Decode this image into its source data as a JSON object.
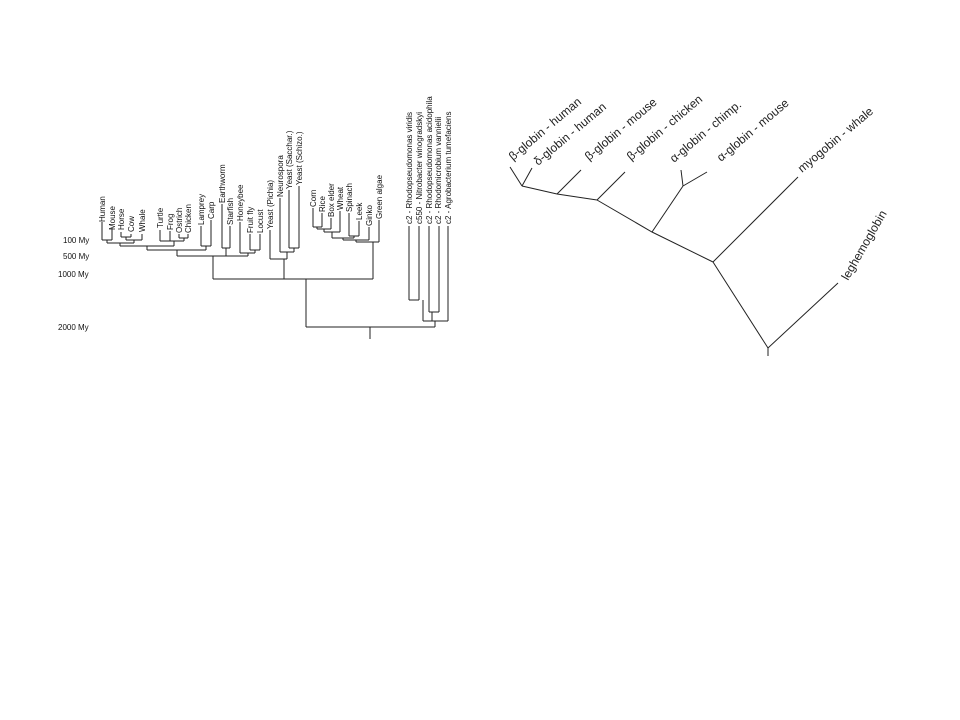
{
  "tree_of_life": {
    "time_labels": [
      "100 My",
      "500 My",
      "1000 My",
      "2000 My"
    ],
    "taxa": [
      "Human",
      "Mouse",
      "Horse",
      "Cow",
      "Whale",
      "Turtle",
      "Frog",
      "Ostrich",
      "Chicken",
      "Lamprey",
      "Carp",
      "Earthworm",
      "Starfish",
      "Honeybee",
      "Fruit fly",
      "Locust",
      "Yeast (Pichia)",
      "Neurospora",
      "Yeast (Sacchar.)",
      "Yeast (Schizo.)",
      "Corn",
      "Rice",
      "Box elder",
      "Wheat",
      "Spinach",
      "Leek",
      "Ginko",
      "Green algae",
      "c2 - Rhodopseudomonas viridis",
      "c550 - Nitrobacter winogradskyi",
      "c2 - Rhodopseudomonas acidophila",
      "c2 - Rhodomicrobium vannielii",
      "c2 - Agrobacterium tumefaciens"
    ]
  },
  "globin_tree": {
    "taxa": [
      "β-globin - human",
      "δ-globin - human",
      "β-globin - mouse",
      "β-globin - chicken",
      "α-globin - chimp.",
      "α-globin - mouse",
      "myogobin - whale",
      "leghemoglobin"
    ]
  }
}
